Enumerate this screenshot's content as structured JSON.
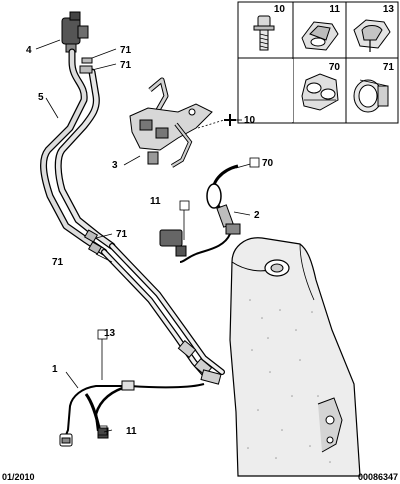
{
  "callouts": {
    "c1": "1",
    "c2": "2",
    "c3": "3",
    "c4": "4",
    "c5": "5",
    "c10": "10",
    "c11a": "11",
    "c11b": "11",
    "c13": "13",
    "c70": "70",
    "c71a": "71",
    "c71b": "71",
    "c71c": "71",
    "c71d": "71"
  },
  "legend": {
    "cell_10": "10",
    "cell_11": "11",
    "cell_13": "13",
    "cell_70": "70",
    "cell_71": "71"
  },
  "footer": {
    "date": "01/2010",
    "reference": "00086347"
  }
}
